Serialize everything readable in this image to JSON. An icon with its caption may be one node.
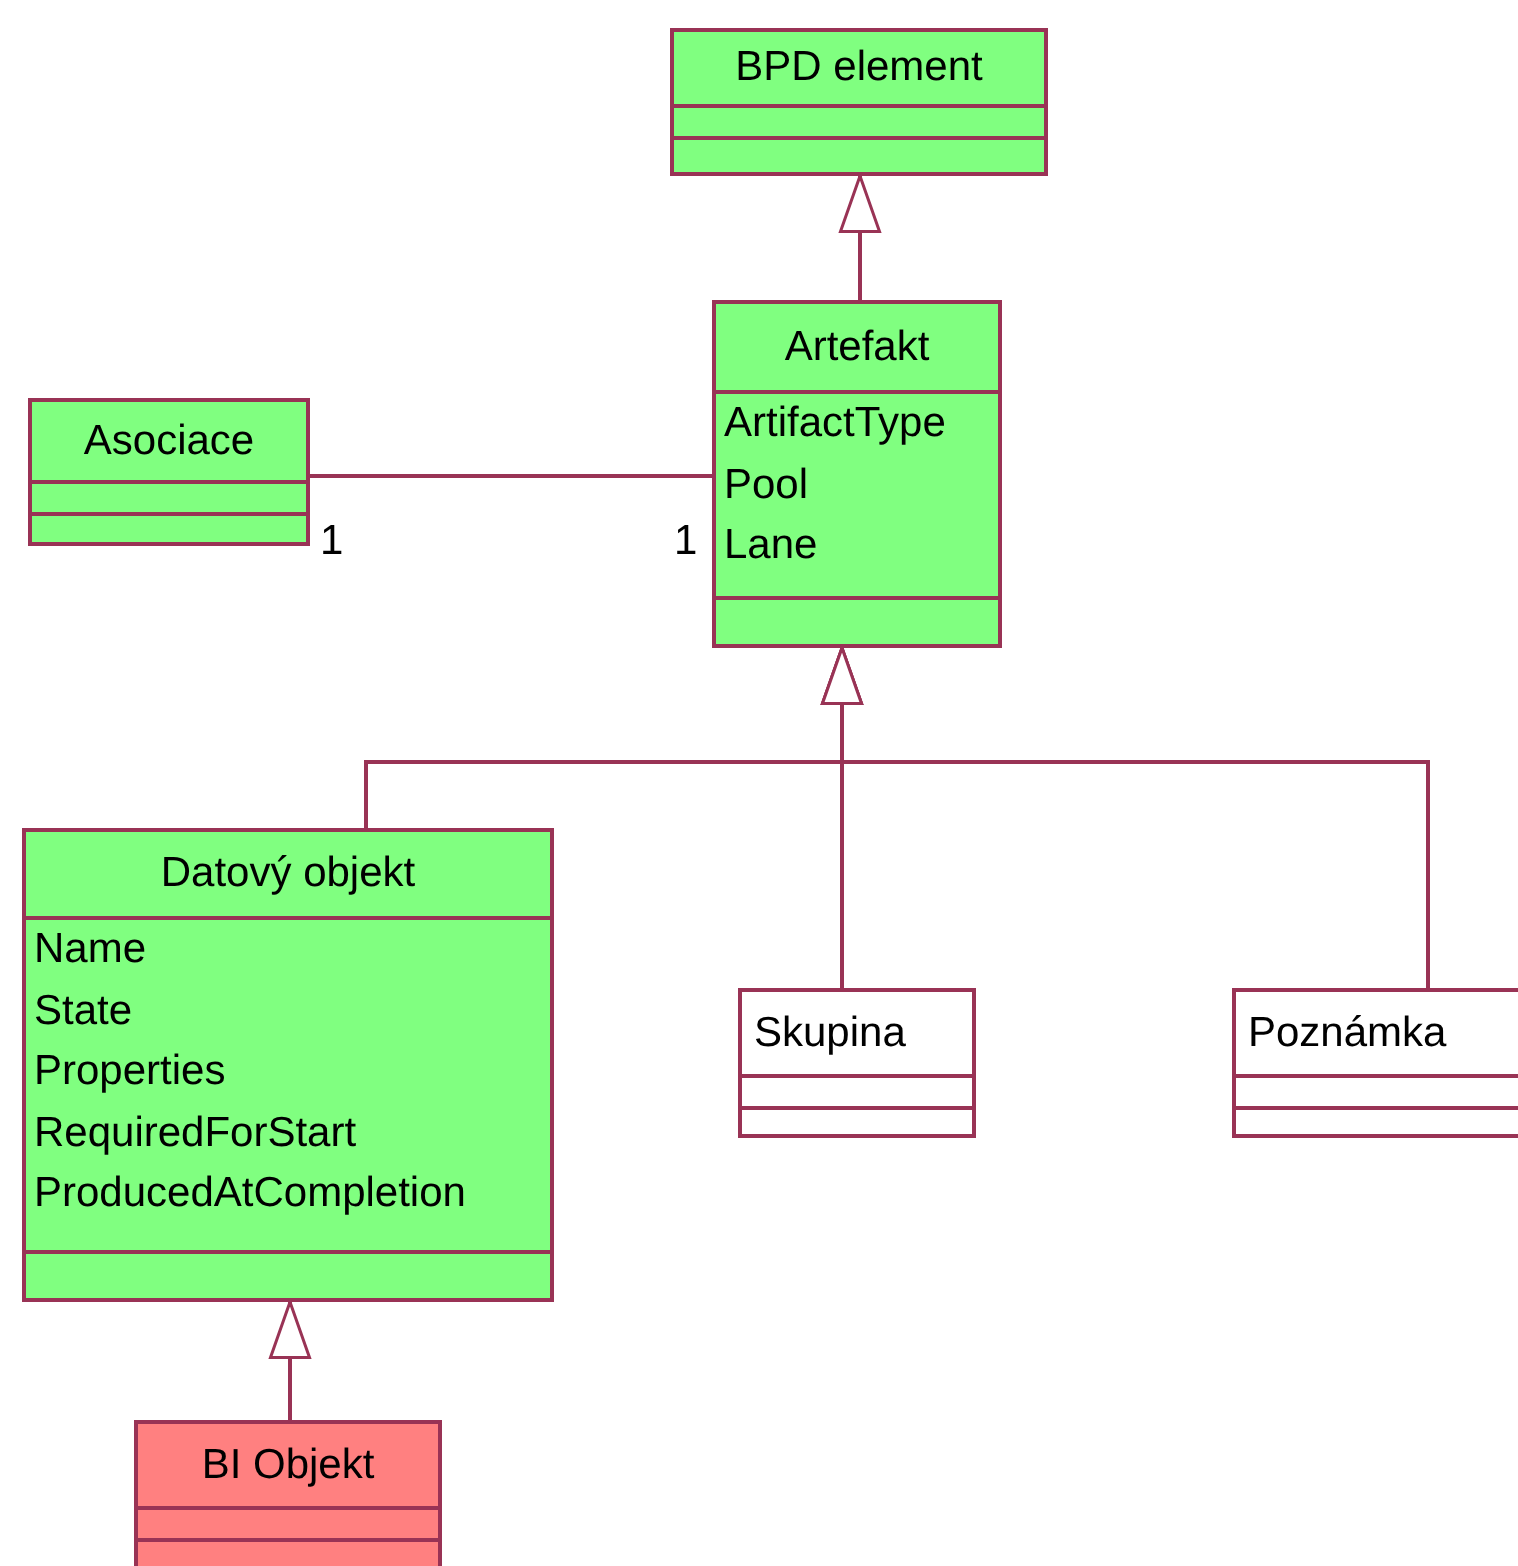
{
  "diagram": {
    "nodes": [
      {
        "text": [
          "BPD element"
        ]
      },
      {
        "text": [
          "Artefakt",
          "ArtifactType",
          "Pool",
          "Lane"
        ]
      },
      {
        "text": [
          "Asociace"
        ]
      },
      {
        "text": [
          "Datový objekt",
          "Name",
          "State",
          "Properties",
          "RequiredForStart",
          "ProducedAtCompletion"
        ]
      },
      {
        "text": [
          "Skupina"
        ]
      },
      {
        "text": [
          "Poznámka"
        ]
      },
      {
        "text": [
          "BI Objekt"
        ]
      }
    ],
    "edges": [
      {
        "from": 1,
        "to": 0,
        "arrow": "to"
      },
      {
        "from": 2,
        "to": 1,
        "arrow": "none"
      },
      {
        "from": 3,
        "to": 1,
        "arrow": "to"
      },
      {
        "from": 4,
        "to": 1,
        "arrow": "to"
      },
      {
        "from": 5,
        "to": 1,
        "arrow": "to"
      },
      {
        "from": 6,
        "to": 3,
        "arrow": "to"
      }
    ],
    "labels": [
      "1",
      "1"
    ]
  }
}
